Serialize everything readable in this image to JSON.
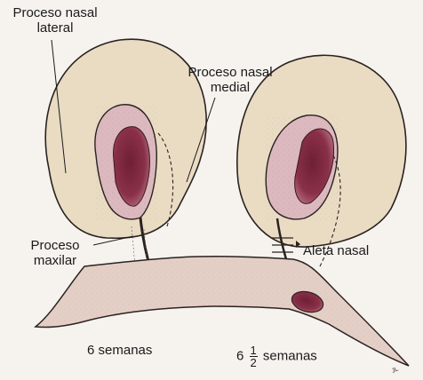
{
  "labels": {
    "lateral_nasal_process": [
      "Proceso nasal",
      "lateral"
    ],
    "medial_nasal_process": [
      "Proceso nasal",
      "medial"
    ],
    "maxillary_process": [
      "Proceso",
      "maxilar"
    ],
    "nasal_fin": "Aleta nasal",
    "week_6": "6 semanas",
    "week_6_half": {
      "whole": "6",
      "numerator": "1",
      "denominator": "2",
      "unit": "semanas"
    }
  },
  "colors": {
    "background": "#f6f3ef",
    "process_fill": "#e9dcc3",
    "pit_rim_fill": "#dcb9bf",
    "pit_fill": "#8a3048",
    "tissue_fill": "#e4cfc6",
    "outline": "#2a2220"
  }
}
